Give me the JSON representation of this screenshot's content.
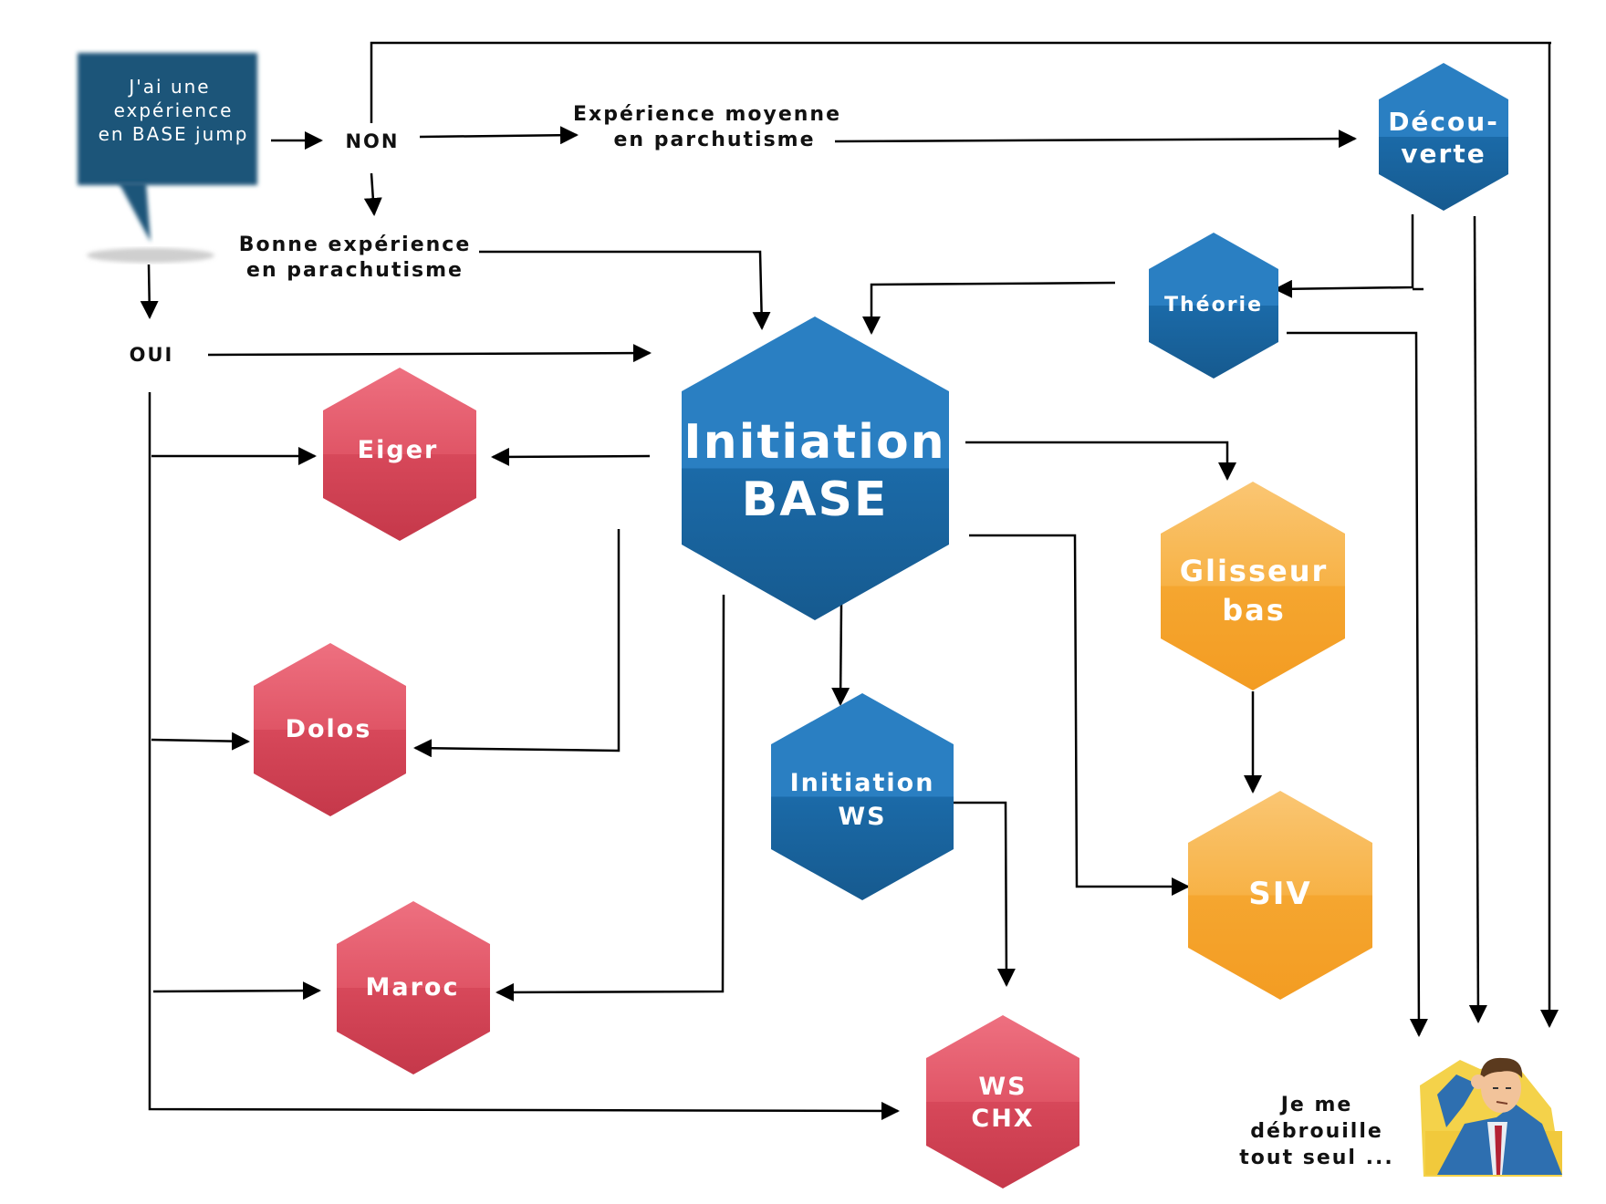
{
  "colors": {
    "blue_top": "#2a7fc2",
    "blue_bottom": "#17598f",
    "red_top": "#ec6a79",
    "red_bottom": "#cc3a4c",
    "orange_top": "#f9c46a",
    "orange_bottom": "#f4a129",
    "bubble": "#1f5479"
  },
  "start": {
    "lines": [
      "J'ai une",
      "expérience",
      "en BASE jump"
    ]
  },
  "labels": {
    "non": "NON",
    "oui": "OUI",
    "exp_moyenne_1": "Expérience moyenne",
    "exp_moyenne_2": "en parchutisme",
    "bonne_exp_1": "Bonne expérience",
    "bonne_exp_2": "en parachutisme",
    "debrouille_1": "Je me",
    "debrouille_2": "débrouille",
    "debrouille_3": "tout seul ..."
  },
  "nodes": {
    "decouverte": [
      "Décou-",
      "verte"
    ],
    "theorie": [
      "Théorie"
    ],
    "initiation_base": [
      "Initiation",
      "BASE"
    ],
    "eiger": [
      "Eiger"
    ],
    "dolos": [
      "Dolos"
    ],
    "maroc": [
      "Maroc"
    ],
    "initiation_ws": [
      "Initiation",
      "WS"
    ],
    "ws_chx": [
      "WS",
      "CHX"
    ],
    "glisseur": [
      "Glisseur",
      "bas"
    ],
    "siv": [
      "SIV"
    ]
  }
}
